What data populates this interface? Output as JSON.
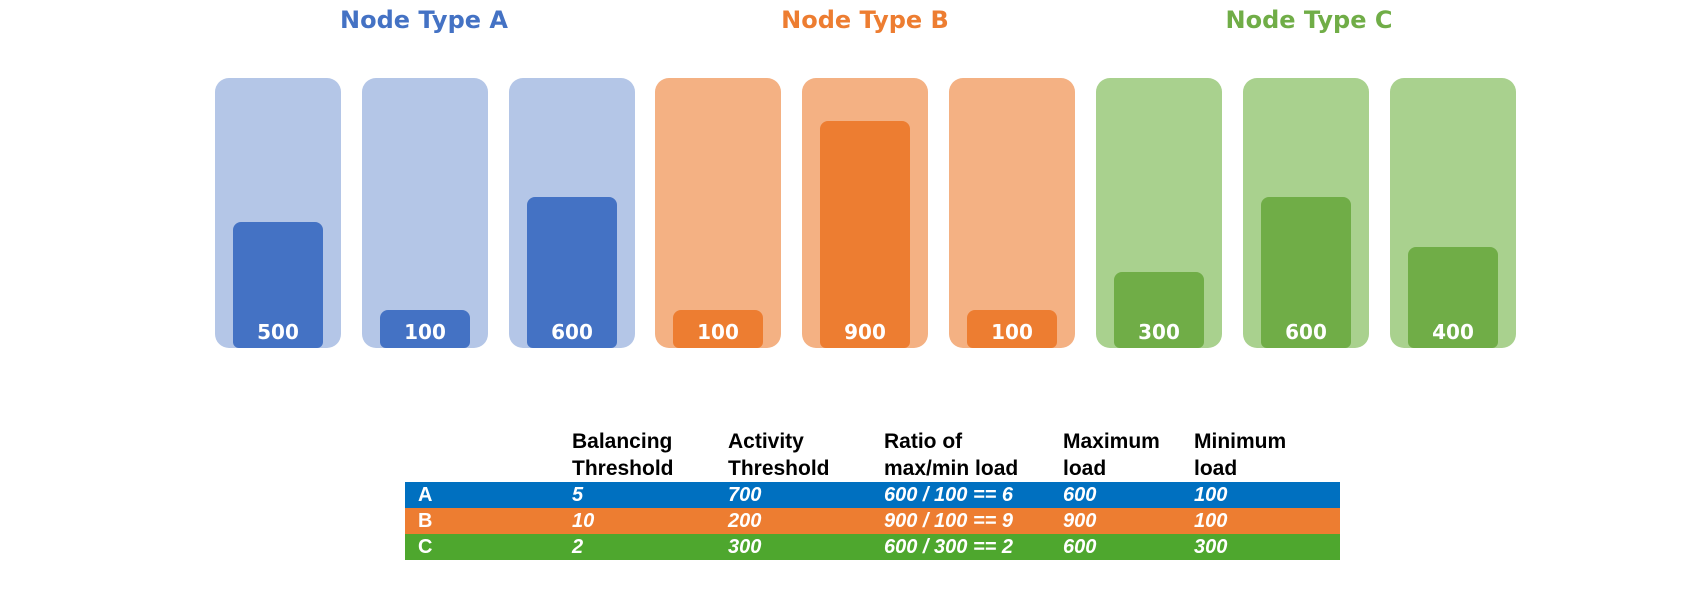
{
  "groups": [
    {
      "title": "Node Type A",
      "title_color": "#4472c4",
      "bg": "#b4c6e7",
      "fill": "#4472c4",
      "nodes": [
        500,
        100,
        600
      ]
    },
    {
      "title": "Node Type B",
      "title_color": "#ed7d31",
      "bg": "#f4b183",
      "fill": "#ed7d31",
      "nodes": [
        100,
        900,
        100
      ]
    },
    {
      "title": "Node Type C",
      "title_color": "#70ad47",
      "bg": "#a9d18e",
      "fill": "#70ad47",
      "nodes": [
        300,
        600,
        400
      ]
    }
  ],
  "node_capacity": 1000,
  "table": {
    "headers": [
      [
        "Balancing",
        "Threshold"
      ],
      [
        "Activity",
        "Threshold"
      ],
      [
        "Ratio of",
        "max/min load"
      ],
      [
        "Maximum",
        "load"
      ],
      [
        "Minimum",
        "load"
      ]
    ],
    "rows": [
      {
        "type": "A",
        "bg": "#0070c0",
        "cells": [
          "5",
          "700",
          "600 / 100 == 6",
          "600",
          "100"
        ]
      },
      {
        "type": "B",
        "bg": "#ed7d31",
        "cells": [
          "10",
          "200",
          "900 / 100 == 9",
          "900",
          "100"
        ]
      },
      {
        "type": "C",
        "bg": "#4ea72e",
        "cells": [
          "2",
          "300",
          "600 / 300 == 2",
          "600",
          "300"
        ]
      }
    ]
  }
}
